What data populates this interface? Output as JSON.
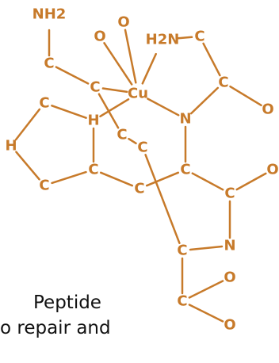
{
  "colors": {
    "accent": "#c77a2a",
    "text": "#111111",
    "background": "#ffffff"
  },
  "atoms": [
    {
      "id": "nh2_top",
      "label": "NH2"
    },
    {
      "id": "c_left1",
      "label": "C"
    },
    {
      "id": "o1",
      "label": "O"
    },
    {
      "id": "o2",
      "label": "O"
    },
    {
      "id": "h2n",
      "label": "H2N"
    },
    {
      "id": "c_right_top",
      "label": "C"
    },
    {
      "id": "c_mid1",
      "label": "C"
    },
    {
      "id": "cu",
      "label": "Cu"
    },
    {
      "id": "c_right2",
      "label": "C"
    },
    {
      "id": "o3",
      "label": "O"
    },
    {
      "id": "c_ring_top",
      "label": "C"
    },
    {
      "id": "h_ring",
      "label": "H"
    },
    {
      "id": "n1",
      "label": "N"
    },
    {
      "id": "c_chain1",
      "label": "C"
    },
    {
      "id": "c_chain2",
      "label": "C"
    },
    {
      "id": "h_left",
      "label": "H"
    },
    {
      "id": "c_ring_mid",
      "label": "C"
    },
    {
      "id": "c_center",
      "label": "C"
    },
    {
      "id": "o4",
      "label": "O"
    },
    {
      "id": "c_ring_bot",
      "label": "C"
    },
    {
      "id": "c_bot_mid",
      "label": "C"
    },
    {
      "id": "c_right3",
      "label": "C"
    },
    {
      "id": "n2",
      "label": "N"
    },
    {
      "id": "c_low",
      "label": "C"
    },
    {
      "id": "o5",
      "label": "O"
    },
    {
      "id": "c_bottom",
      "label": "C"
    },
    {
      "id": "o6",
      "label": "O"
    }
  ],
  "caption": {
    "line1": "Peptide",
    "line2": "o repair and"
  }
}
